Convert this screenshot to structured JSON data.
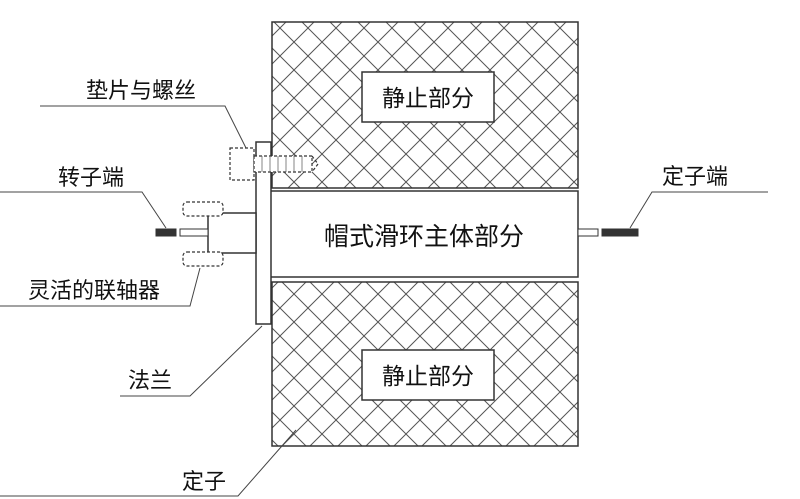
{
  "labels": {
    "washer_screw": "垫片与螺丝",
    "rotor_end": "转子端",
    "flexible_coupling": "灵活的联轴器",
    "flange": "法兰",
    "stator": "定子",
    "stator_end": "定子端"
  },
  "blocks": {
    "top_static": "静止部分",
    "bottom_static": "静止部分",
    "main_body": "帽式滑环主体部分"
  },
  "colors": {
    "stroke": "#333333",
    "hatch": "#555555",
    "text": "#111111"
  }
}
